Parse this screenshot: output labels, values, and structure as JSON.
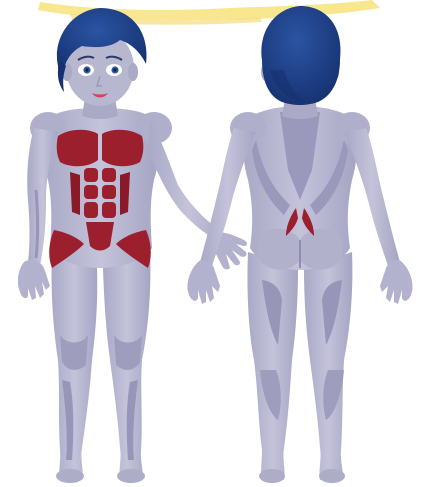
{
  "colors": {
    "background": "#ffffff",
    "glow": "#f6df6a",
    "skin": "#b7b6cf",
    "skin_light": "#c9c8dd",
    "skin_shadow": "#8f8eb0",
    "muscle_line": "#9a99bc",
    "hair": "#1f3f86",
    "hair_shadow": "#163170",
    "highlight_muscle": "#9c1f2e",
    "highlight_muscle_dark": "#7d1624",
    "eye_white": "#ffffff",
    "iris": "#2f5a9e",
    "lips": "#d8425a"
  },
  "figures": [
    {
      "view": "front",
      "highlighted_regions": [
        "pectorals",
        "abdominals",
        "hip-flexors"
      ]
    },
    {
      "view": "back",
      "highlighted_regions": [
        "lower-back"
      ]
    }
  ]
}
